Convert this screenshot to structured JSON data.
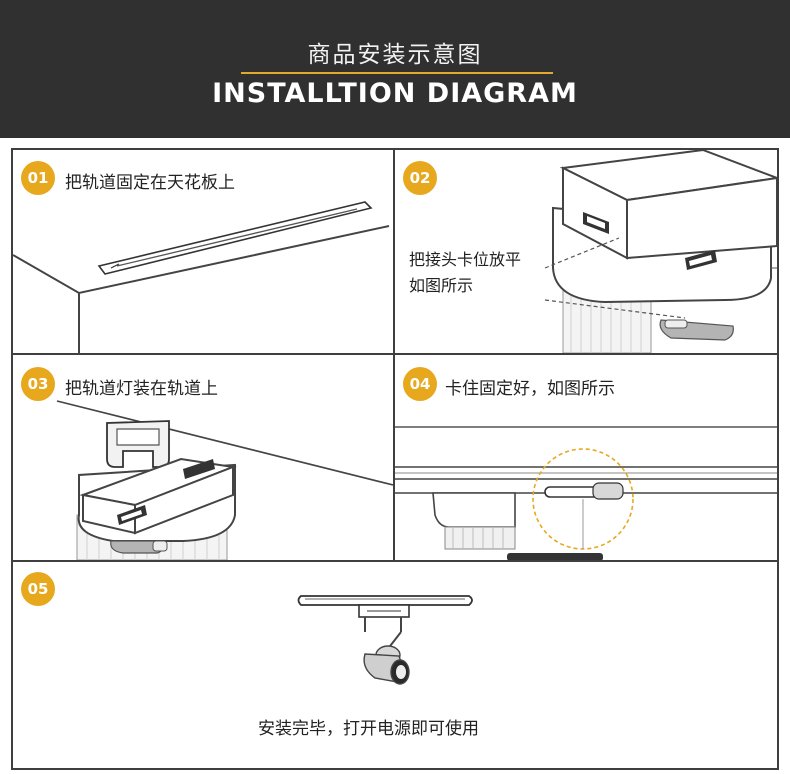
{
  "header": {
    "title_zh": "商品安装示意图",
    "title_en": "INSTALLTION DIAGRAM",
    "background": "#303030",
    "accent": "#e2aa2a"
  },
  "steps": [
    {
      "number": "01",
      "text": "把轨道固定在天花板上"
    },
    {
      "number": "02",
      "note_line1": "把接头卡位放平",
      "note_line2": "如图所示"
    },
    {
      "number": "03",
      "text": "把轨道灯装在轨道上"
    },
    {
      "number": "04",
      "text": "卡住固定好，如图所示"
    },
    {
      "number": "05",
      "text": "安装完毕，打开电源即可使用"
    }
  ],
  "badge_color": "#e8a81e"
}
